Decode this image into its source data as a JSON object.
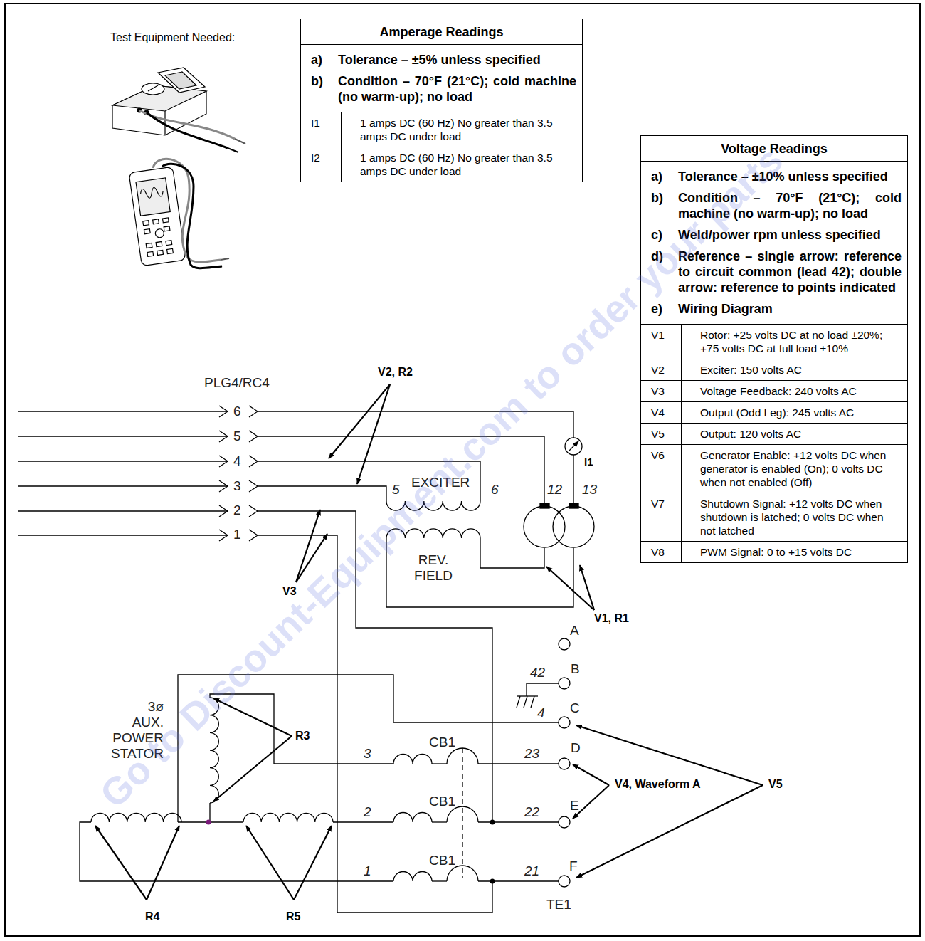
{
  "diagram": {
    "nodes": [
      {
        "text": [
          "Amperage Readings",
          "a)",
          "Tolerance – ±5% unless specified",
          "b)",
          "Condition – 70°F (21°C); cold machine (no warm-up); no load",
          "I1",
          "1 amps DC (60 Hz) No greater than 3.5 amps DC under load",
          "I2",
          "1 amps DC (60 Hz) No greater than 3.5 amps DC under load"
        ]
      },
      {
        "text": [
          "Voltage Readings",
          "a)",
          "Tolerance – ±10% unless specified",
          "b)",
          "Condition – 70°F (21°C); cold machine (no warm-up); no load",
          "c)",
          "Weld/power rpm unless specified",
          "d)",
          "Reference – single arrow: reference to circuit common (lead 42); double arrow: reference to points indicated",
          "e)",
          "Wiring Diagram",
          "V1",
          "Rotor: +25 volts DC at no load ±20%; +75 volts DC at full load ±10%",
          "V2",
          "Exciter: 150 volts AC",
          "V3",
          "Voltage Feedback: 240 volts AC",
          "V4",
          "Output (Odd Leg): 245 volts AC",
          "V5",
          "Output: 120 volts AC",
          "V6",
          "Generator Enable: +12 volts DC when generator is enabled (On); 0 volts DC when not enabled (Off)",
          "V7",
          "Shutdown Signal: +12 volts DC when shutdown is latched; 0 volts DC when not latched",
          "V8",
          "PWM Signal: 0 to +15 volts DC"
        ]
      }
    ],
    "labels": [
      "Test Equipment Needed:",
      "PLG4/RC4",
      "6",
      "5",
      "4",
      "3",
      "2",
      "1",
      "V2, R2",
      "5",
      "EXCITER",
      "6",
      "I1",
      "12",
      "13",
      "REV. FIELD",
      "V3",
      "V1, R1",
      "A",
      "42",
      "B",
      "4",
      "C",
      "3ø AUX. POWER STATOR",
      "R3",
      "CB1",
      "3",
      "23",
      "D",
      "V4, Waveform A",
      "V5",
      "CB1",
      "2",
      "22",
      "E",
      "CB1",
      "1",
      "21",
      "F",
      "TE1",
      "R4",
      "R5",
      "Go to Discount-Equipment.com to order your parts"
    ]
  }
}
